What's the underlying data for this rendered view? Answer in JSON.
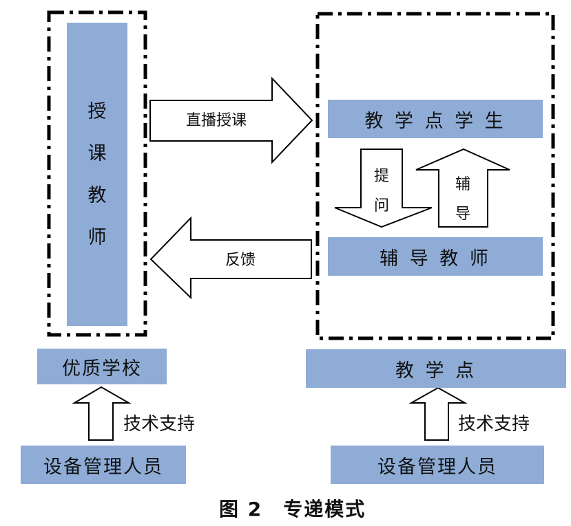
{
  "left": {
    "teacher_chars": [
      "授",
      "课",
      "教",
      "师"
    ],
    "school": "优质学校",
    "support": "技术支持",
    "staff": "设备管理人员"
  },
  "right": {
    "students": "教 学 点 学 生",
    "tutor": "辅 导 教 师",
    "site": "教 学 点",
    "support": "技术支持",
    "staff": "设备管理人员",
    "ask_chars": [
      "提",
      "问"
    ],
    "guide_chars": [
      "辅",
      "导"
    ]
  },
  "arrows": {
    "broadcast": "直播授课",
    "feedback": "反馈"
  },
  "caption": "图 2　专递模式",
  "colors": {
    "box_fill": "#8eacd6",
    "line": "#000000"
  }
}
